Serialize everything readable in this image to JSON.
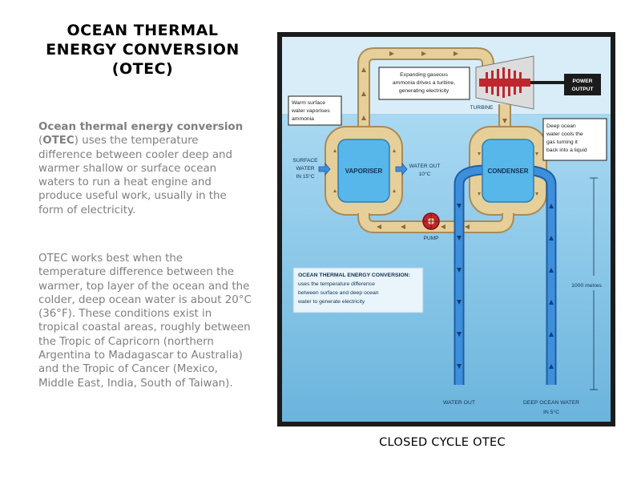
{
  "title": {
    "line1": "OCEAN THERMAL",
    "line2": "ENERGY CONVERSION",
    "line3": "(OTEC)"
  },
  "intro": {
    "term": "Ocean thermal energy conversion",
    "abbr_open": " (",
    "abbr": "OTEC",
    "rest": ") uses the temperature difference between cooler deep and warmer shallow or surface ocean waters to run a heat engine and produce useful work, usually in the form of electricity."
  },
  "body2": " OTEC works best when the temperature difference between the warmer, top layer of the ocean and the colder, deep ocean water is about 20°C (36°F). These conditions exist in tropical coastal areas, roughly between the Tropic of Capricorn (northern Argentina to Madagascar to Australia) and the Tropic of Cancer (Mexico, Middle East, India, South of Taiwan).",
  "diagram": {
    "expanding": [
      "Expanding gaseous",
      "ammonia drives a turbine,",
      "generating electricity"
    ],
    "turbine": "TURBINE",
    "power": [
      "POWER",
      "OUTPUT"
    ],
    "warm": [
      "Warm surface",
      "water vaporises",
      "ammonia"
    ],
    "deep_note": [
      "Deep ocean",
      "water cools the",
      "gas turning it",
      "back into a liquid"
    ],
    "surface_water": [
      "SURFACE",
      "WATER",
      "IN 15°C"
    ],
    "vaporiser": "VAPORISER",
    "water_out_temp": [
      "WATER OUT",
      "10°C"
    ],
    "condenser": "CONDENSER",
    "pump": "PUMP",
    "info": [
      "OCEAN THERMAL ENERGY CONVERSION:",
      "uses the temperature difference",
      "between surface and deep ocean",
      "water to generate electricity"
    ],
    "depth": "1000 metres",
    "water_out": "WATER OUT",
    "deep_in": [
      "DEEP OCEAN WATER",
      "IN 5°C"
    ]
  },
  "caption": "CLOSED CYCLE OTEC",
  "colors": {
    "pipe": "#e6cf98",
    "pipe_edge": "#a88b58",
    "cold_pipe": "#2f7fd0",
    "sea": "#7fc1e5",
    "sky": "#d6ecf7",
    "tank": "#57b7ea",
    "turbine": "#c0262d"
  }
}
